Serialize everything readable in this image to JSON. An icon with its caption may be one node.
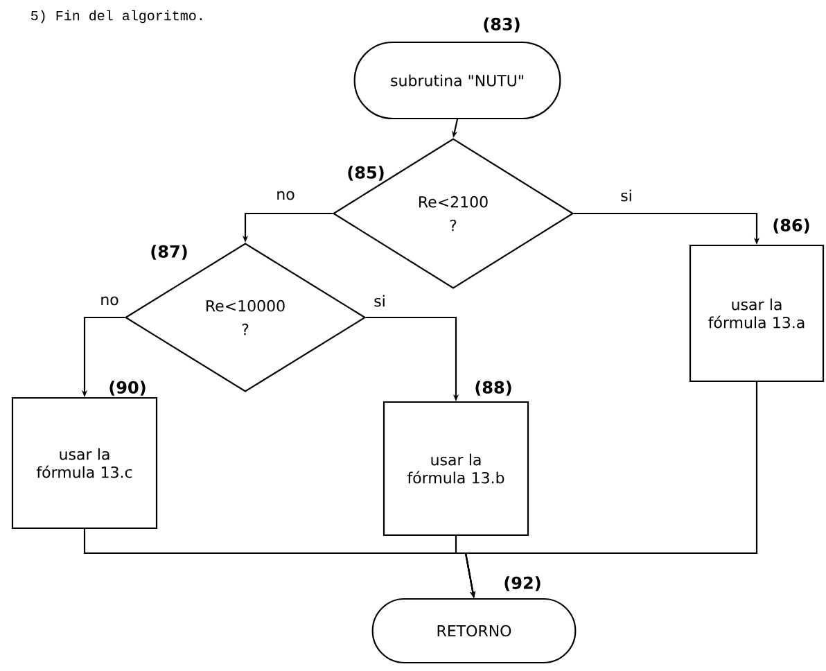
{
  "diagram": {
    "nodes": [
      {
        "text": [
          "subrutina \"NUTU\""
        ],
        "beside": [
          "(83)"
        ]
      },
      {
        "text": [
          "Re<2100",
          "?"
        ],
        "beside": [
          "(85)"
        ]
      },
      {
        "text": [
          "Re<10000",
          "?"
        ],
        "beside": [
          "(87)"
        ]
      },
      {
        "text": [
          "usar la fórmula 13.a"
        ],
        "beside": [
          "(86)"
        ]
      },
      {
        "text": [
          "usar la fórmula 13.c"
        ],
        "beside": [
          "(90)"
        ]
      },
      {
        "text": [
          "usar la fórmula 13.b"
        ],
        "beside": [
          "(88)"
        ]
      },
      {
        "text": [
          "RETORNO"
        ],
        "beside": [
          "(92)"
        ]
      }
    ],
    "edges": [
      {
        "from": 0,
        "to": 1,
        "arrow": "to"
      },
      {
        "from": 1,
        "to": 2,
        "arrow": "to",
        "label": "no"
      },
      {
        "from": 1,
        "to": 3,
        "arrow": "to",
        "label": "si"
      },
      {
        "from": 2,
        "to": 4,
        "arrow": "to",
        "label": "no"
      },
      {
        "from": 2,
        "to": 5,
        "arrow": "to",
        "label": "si"
      },
      {
        "from": 4,
        "to": 6,
        "arrow": "to"
      },
      {
        "from": 5,
        "to": 6,
        "arrow": "to"
      },
      {
        "from": 3,
        "to": 6,
        "arrow": "to"
      }
    ],
    "labels": [
      "5) Fin del algoritmo."
    ]
  }
}
